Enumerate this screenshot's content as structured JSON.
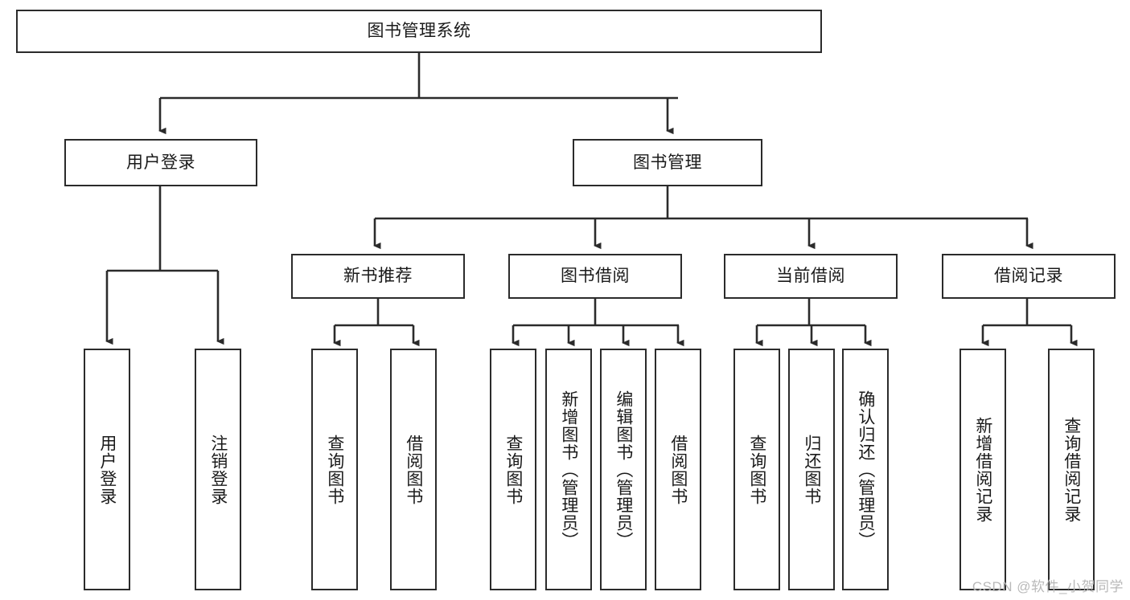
{
  "diagram": {
    "title": "图书管理系统",
    "watermark": "CSDN @软件_小贺同学",
    "line_color": "#2b2b2b",
    "text_color": "#1a1a1a",
    "background": "#ffffff",
    "nodes": {
      "root": "图书管理系统",
      "user_login": "用户登录",
      "book_manage": "图书管理",
      "new_book_rec": "新书推荐",
      "book_borrow": "图书借阅",
      "current_borrow": "当前借阅",
      "borrow_record": "借阅记录",
      "leaf_user_login": "用户登录",
      "leaf_logout": "注销登录",
      "leaf_query_book_1": "查询图书",
      "leaf_borrow_book_1": "借阅图书",
      "leaf_query_book_2": "查询图书",
      "leaf_add_book_admin": "新增图书（管理员）",
      "leaf_edit_book_admin": "编辑图书（管理员）",
      "leaf_borrow_book_2": "借阅图书",
      "leaf_query_book_3": "查询图书",
      "leaf_return_book": "归还图书",
      "leaf_confirm_return_admin": "确认归还（管理员）",
      "leaf_add_record": "新增借阅记录",
      "leaf_query_record": "查询借阅记录"
    }
  }
}
